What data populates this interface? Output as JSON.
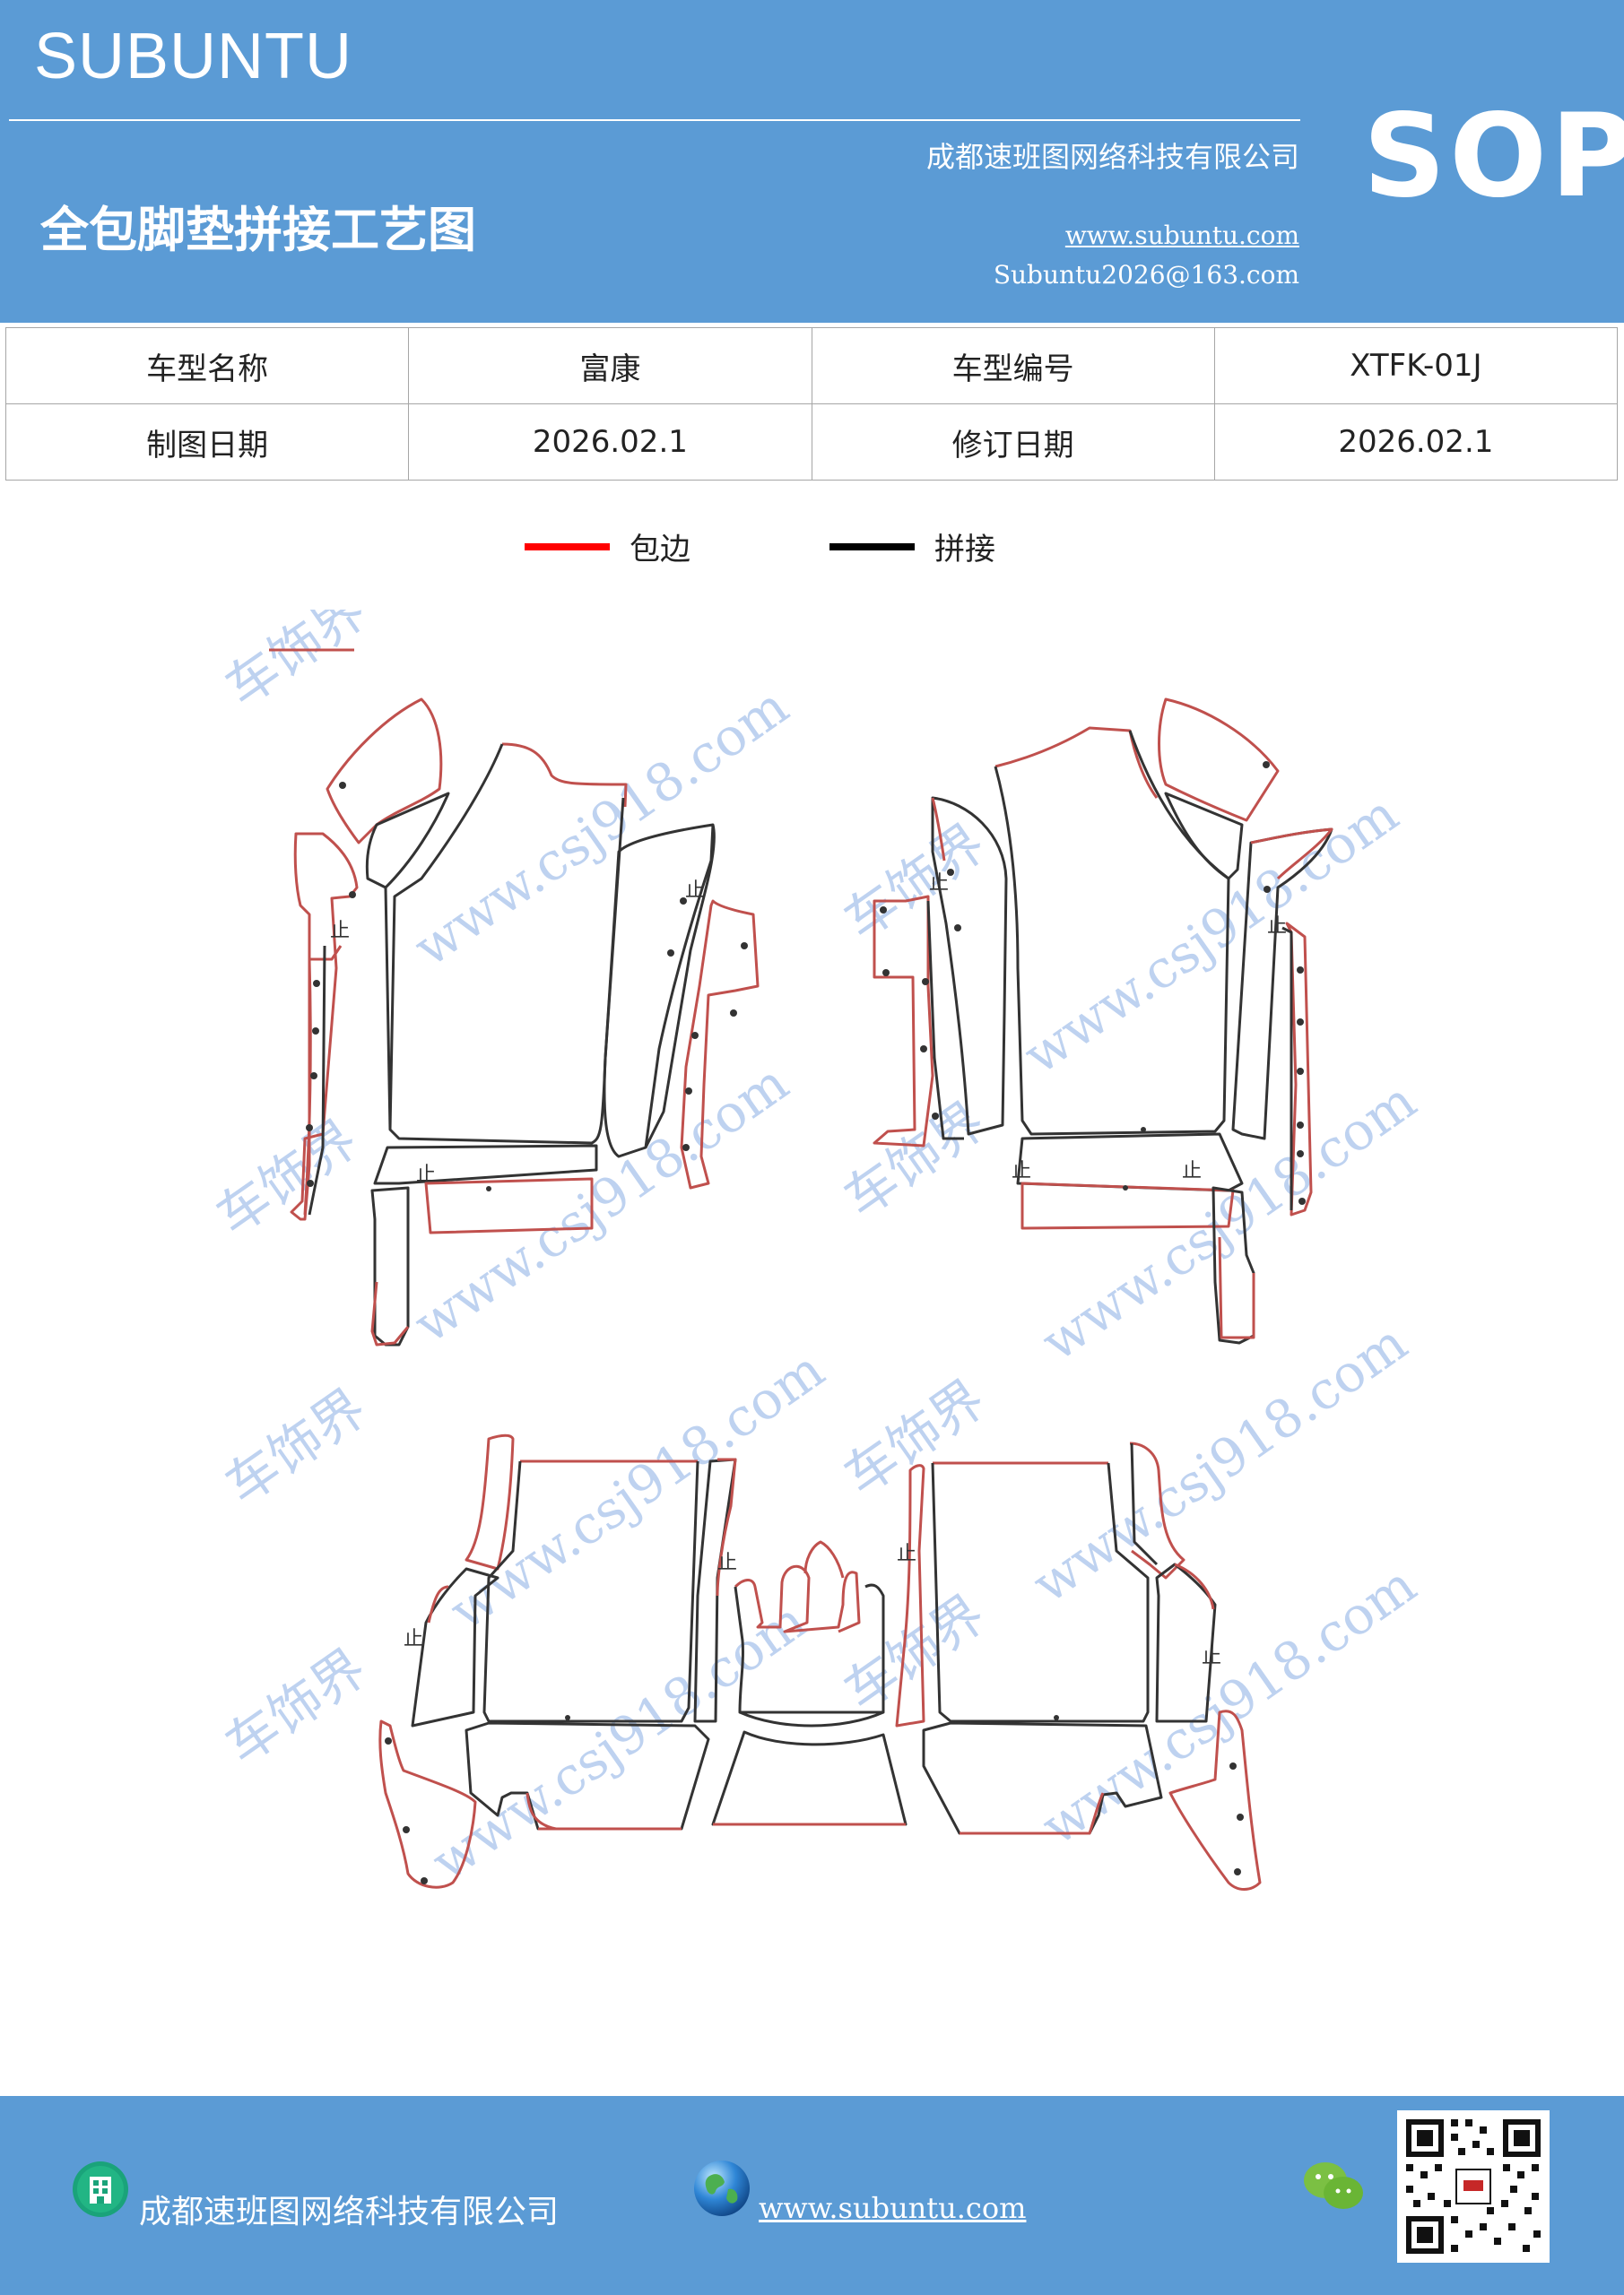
{
  "header": {
    "brand": "SUBUNTU",
    "company": "成都速班图网络科技有限公司",
    "title": "全包脚垫拼接工艺图",
    "website": "www.subuntu.com",
    "email": "Subuntu2026@163.com",
    "badge": "SOP"
  },
  "info_table": {
    "rows": [
      [
        "车型名称",
        "富康",
        "车型编号",
        "XTFK-01J"
      ],
      [
        "制图日期",
        "2026.02.1",
        "修订日期",
        "2026.02.1"
      ]
    ]
  },
  "legend": {
    "items": [
      {
        "label": "包边",
        "color": "#ff0000"
      },
      {
        "label": "拼接",
        "color": "#000000"
      }
    ]
  },
  "diagram": {
    "watermark_text": "车饰界",
    "watermark_url": "www.csj918.com",
    "marker_glyph": "止",
    "edge_color": "#c0504d",
    "cut_color": "#333333"
  },
  "footer": {
    "company": "成都速班图网络科技有限公司",
    "website": "www.subuntu.com",
    "icons": [
      "building-icon",
      "globe-icon",
      "wechat-icon",
      "qr-code"
    ]
  },
  "colors": {
    "header_bg": "#5b9bd5",
    "text_on_header": "#ffffff"
  }
}
